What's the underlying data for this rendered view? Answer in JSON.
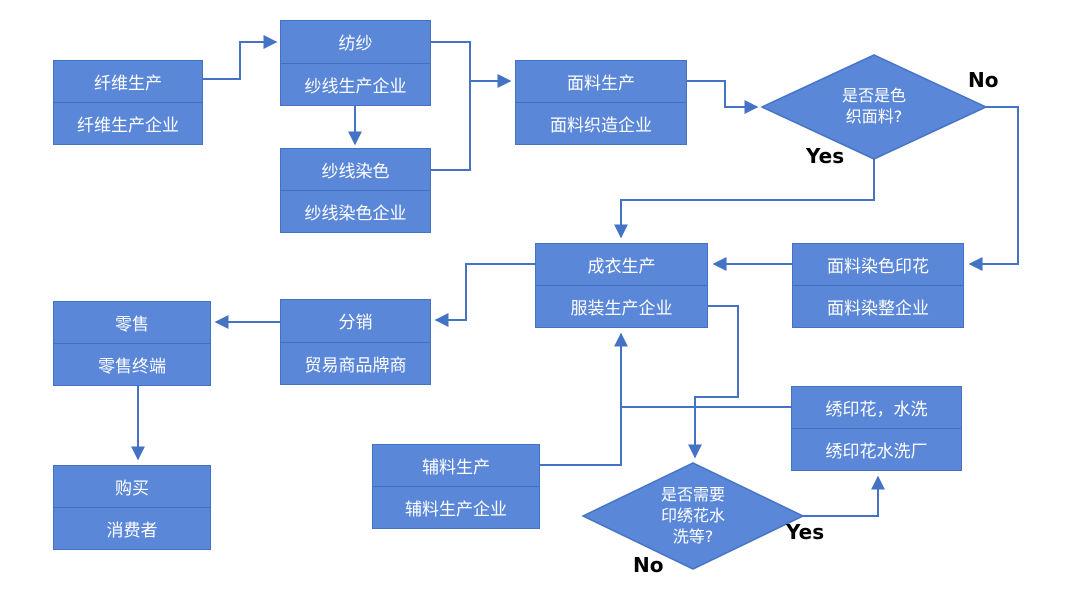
{
  "diagram": {
    "type": "flowchart",
    "language": "zh-CN",
    "topic": "纺织服装供应链流程"
  },
  "colors": {
    "node_fill": "#5A87D7",
    "node_border": "#4472C4",
    "connector": "#4472C4",
    "node_text": "#FFFFFF",
    "branch_label_text": "#000000",
    "background": "#FFFFFF"
  },
  "nodes": {
    "fiber": {
      "title": "纤维生产",
      "subtitle": "纤维生产企业"
    },
    "spinning": {
      "title": "纺纱",
      "subtitle": "纱线生产企业"
    },
    "yarn_dyeing": {
      "title": "纱线染色",
      "subtitle": "纱线染色企业"
    },
    "fabric": {
      "title": "面料生产",
      "subtitle": "面料织造企业"
    },
    "fabric_dyeing": {
      "title": "面料染色印花",
      "subtitle": "面料染整企业"
    },
    "garment": {
      "title": "成衣生产",
      "subtitle": "服装生产企业"
    },
    "distribution": {
      "title": "分销",
      "subtitle": "贸易商品牌商"
    },
    "retail": {
      "title": "零售",
      "subtitle": "零售终端"
    },
    "purchase": {
      "title": "购买",
      "subtitle": "消费者"
    },
    "accessories": {
      "title": "辅料生产",
      "subtitle": "辅料生产企业"
    },
    "embroidery_wash": {
      "title": "绣印花，水洗",
      "subtitle": "绣印花水洗厂"
    }
  },
  "decisions": {
    "yarn_dyed": {
      "text": "是否是色织面料?",
      "lines": [
        "是否是色",
        "织面料?"
      ],
      "no_label": "No",
      "yes_label": "Yes"
    },
    "need_wash": {
      "text": "是否需要印绣花水洗等?",
      "lines": [
        "是否需要",
        "印绣花水",
        "洗等?"
      ],
      "yes_label": "Yes",
      "no_label": "No"
    }
  },
  "edges": [
    {
      "from": "fiber",
      "to": "spinning",
      "label": ""
    },
    {
      "from": "spinning",
      "to": "yarn_dyeing",
      "label": ""
    },
    {
      "from": "spinning",
      "to": "fabric",
      "label": ""
    },
    {
      "from": "yarn_dyeing",
      "to": "fabric",
      "label": ""
    },
    {
      "from": "fabric",
      "to": "yarn_dyed",
      "label": ""
    },
    {
      "from": "yarn_dyed",
      "to": "fabric_dyeing",
      "label": "No"
    },
    {
      "from": "yarn_dyed",
      "to": "garment",
      "label": "Yes"
    },
    {
      "from": "fabric_dyeing",
      "to": "garment",
      "label": ""
    },
    {
      "from": "garment",
      "to": "need_wash",
      "label": ""
    },
    {
      "from": "need_wash",
      "to": "embroidery_wash",
      "label": "Yes"
    },
    {
      "from": "embroidery_wash",
      "to": "garment",
      "label": ""
    },
    {
      "from": "accessories",
      "to": "garment",
      "label": ""
    },
    {
      "from": "garment",
      "to": "distribution",
      "label": ""
    },
    {
      "from": "distribution",
      "to": "retail",
      "label": ""
    },
    {
      "from": "retail",
      "to": "purchase",
      "label": ""
    }
  ]
}
